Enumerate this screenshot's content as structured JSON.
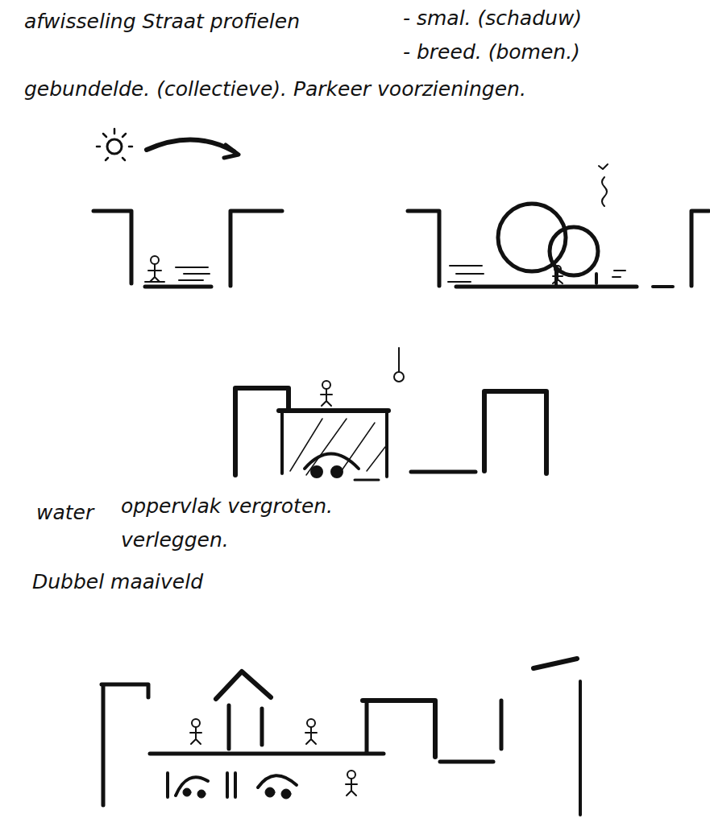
{
  "diagram": {
    "labels": [
      "afwisseling Straat profielen",
      "- smal. (schaduw)",
      "- breed. (bomen.)",
      "gebundelde. (collectieve). Parkeer voorzieningen.",
      "water",
      "oppervlak vergroten.",
      "verleggen.",
      "Dubbel maaiveld"
    ]
  }
}
